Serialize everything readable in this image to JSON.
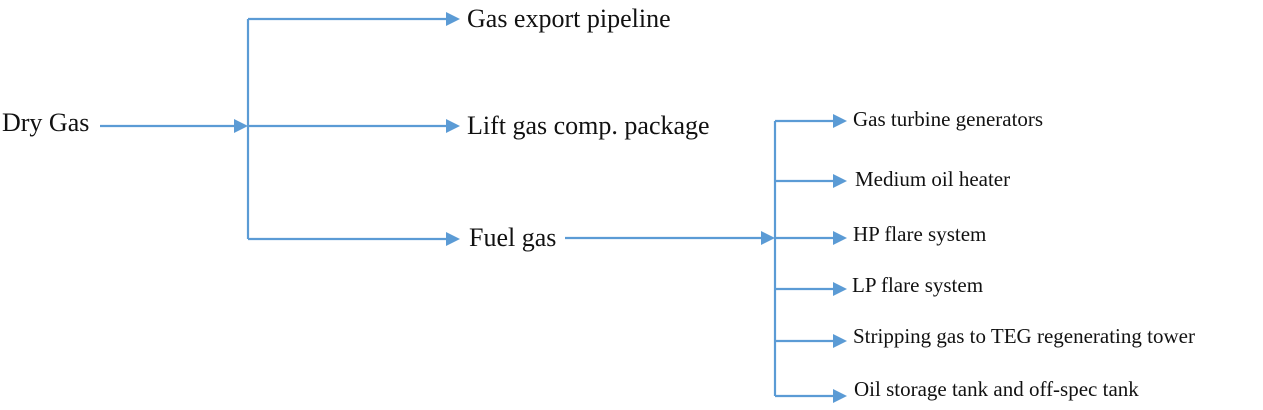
{
  "colors": {
    "line": "#5b9bd5",
    "text": "#111111",
    "background": "#ffffff"
  },
  "source": {
    "label": "Dry Gas"
  },
  "level1": [
    {
      "label": "Gas export pipeline"
    },
    {
      "label": "Lift gas comp. package"
    },
    {
      "label": "Fuel gas"
    }
  ],
  "fuel_gas_users": [
    {
      "label": "Gas turbine generators"
    },
    {
      "label": "Medium oil heater"
    },
    {
      "label": "HP flare system"
    },
    {
      "label": "LP flare system"
    },
    {
      "label": "Stripping gas to TEG regenerating tower"
    },
    {
      "label": "Oil storage tank and off-spec tank"
    }
  ]
}
